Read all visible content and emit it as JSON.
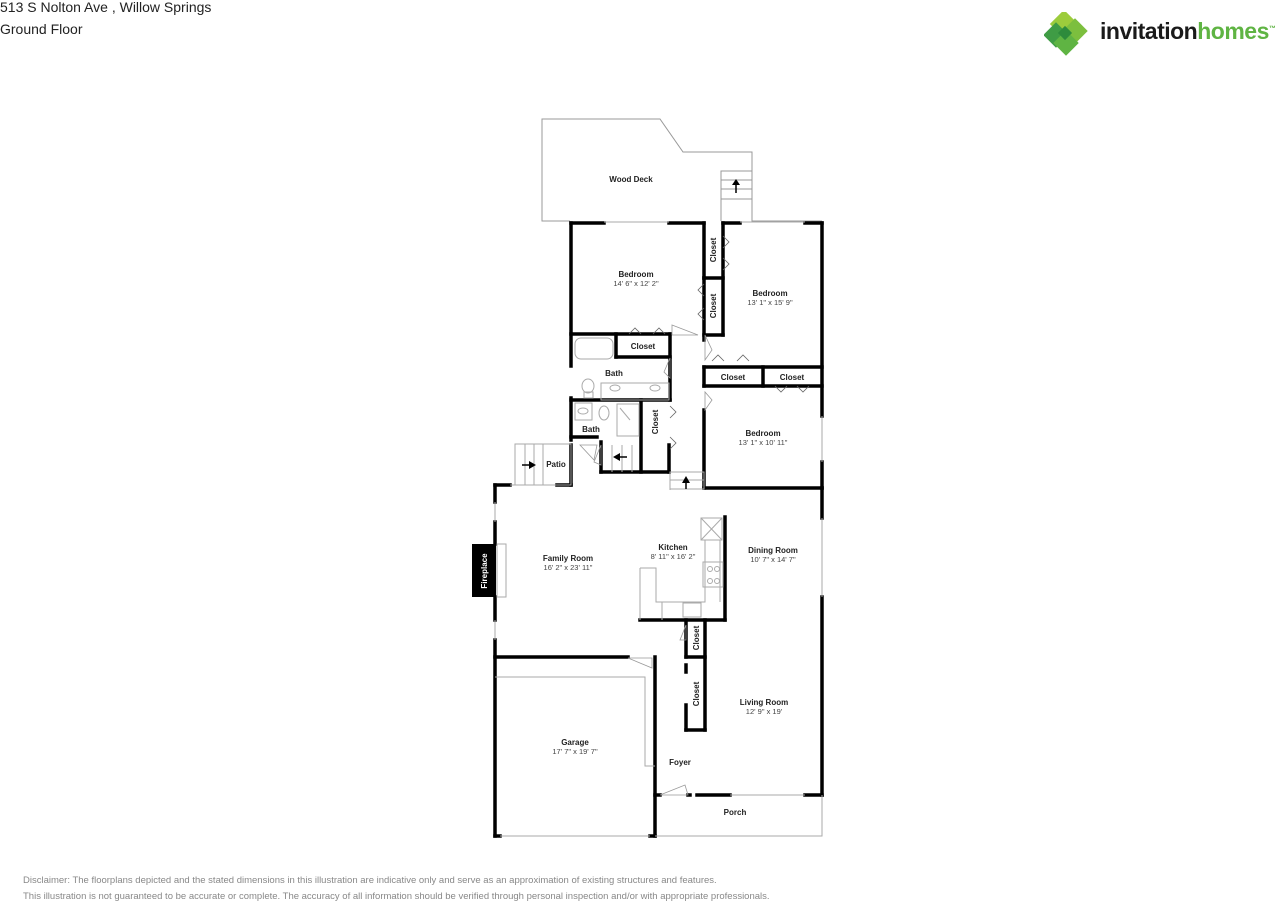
{
  "header": {
    "address": "513 S Nolton Ave , Willow Springs",
    "floor": "Ground Floor"
  },
  "logo": {
    "name_part1": "invitation",
    "name_part2": "homes",
    "trademark": "™",
    "colors": {
      "dark_green": "#2e8b3c",
      "mid_green": "#5fb443",
      "light_green": "#9ccc3c",
      "text_dark": "#1a1a1a"
    }
  },
  "floorplan": {
    "rooms": [
      {
        "id": "wood-deck",
        "label": "Wood Deck",
        "dims": ""
      },
      {
        "id": "bedroom-1",
        "label": "Bedroom",
        "dims": "14' 6\" x 12' 2\""
      },
      {
        "id": "bedroom-2",
        "label": "Bedroom",
        "dims": "13' 1\" x 15' 9\""
      },
      {
        "id": "bedroom-3",
        "label": "Bedroom",
        "dims": "13' 1\" x 10' 11\""
      },
      {
        "id": "bath-1",
        "label": "Bath",
        "dims": ""
      },
      {
        "id": "bath-2",
        "label": "Bath",
        "dims": ""
      },
      {
        "id": "patio",
        "label": "Patio",
        "dims": ""
      },
      {
        "id": "family-room",
        "label": "Family Room",
        "dims": "16' 2\" x 23' 11\""
      },
      {
        "id": "kitchen",
        "label": "Kitchen",
        "dims": "8' 11\" x 16' 2\""
      },
      {
        "id": "dining-room",
        "label": "Dining Room",
        "dims": "10' 7\" x 14' 7\""
      },
      {
        "id": "living-room",
        "label": "Living Room",
        "dims": "12' 9\" x 19'"
      },
      {
        "id": "garage",
        "label": "Garage",
        "dims": "17' 7\" x 19' 7\""
      },
      {
        "id": "foyer",
        "label": "Foyer",
        "dims": ""
      },
      {
        "id": "porch",
        "label": "Porch",
        "dims": ""
      },
      {
        "id": "fireplace",
        "label": "Fireplace",
        "dims": ""
      }
    ],
    "closets": [
      {
        "id": "closet-bed2-upper",
        "label": "Closet",
        "orientation": "vertical"
      },
      {
        "id": "closet-bed2-lower",
        "label": "Closet",
        "orientation": "vertical"
      },
      {
        "id": "closet-bed1",
        "label": "Closet",
        "orientation": "horizontal"
      },
      {
        "id": "closet-bed3-left",
        "label": "Closet",
        "orientation": "horizontal"
      },
      {
        "id": "closet-bed3-right",
        "label": "Closet",
        "orientation": "horizontal"
      },
      {
        "id": "closet-hall",
        "label": "Closet",
        "orientation": "vertical"
      },
      {
        "id": "closet-kitchen",
        "label": "Closet",
        "orientation": "vertical"
      },
      {
        "id": "closet-foyer",
        "label": "Closet",
        "orientation": "vertical"
      }
    ]
  },
  "disclaimer": {
    "line1": "Disclaimer: The floorplans depicted and the stated dimensions in this illustration are indicative only and serve as an approximation of existing structures and features.",
    "line2": "This illustration is not guaranteed to be accurate or complete. The accuracy of all information should be verified through personal inspection and/or with appropriate professionals."
  }
}
